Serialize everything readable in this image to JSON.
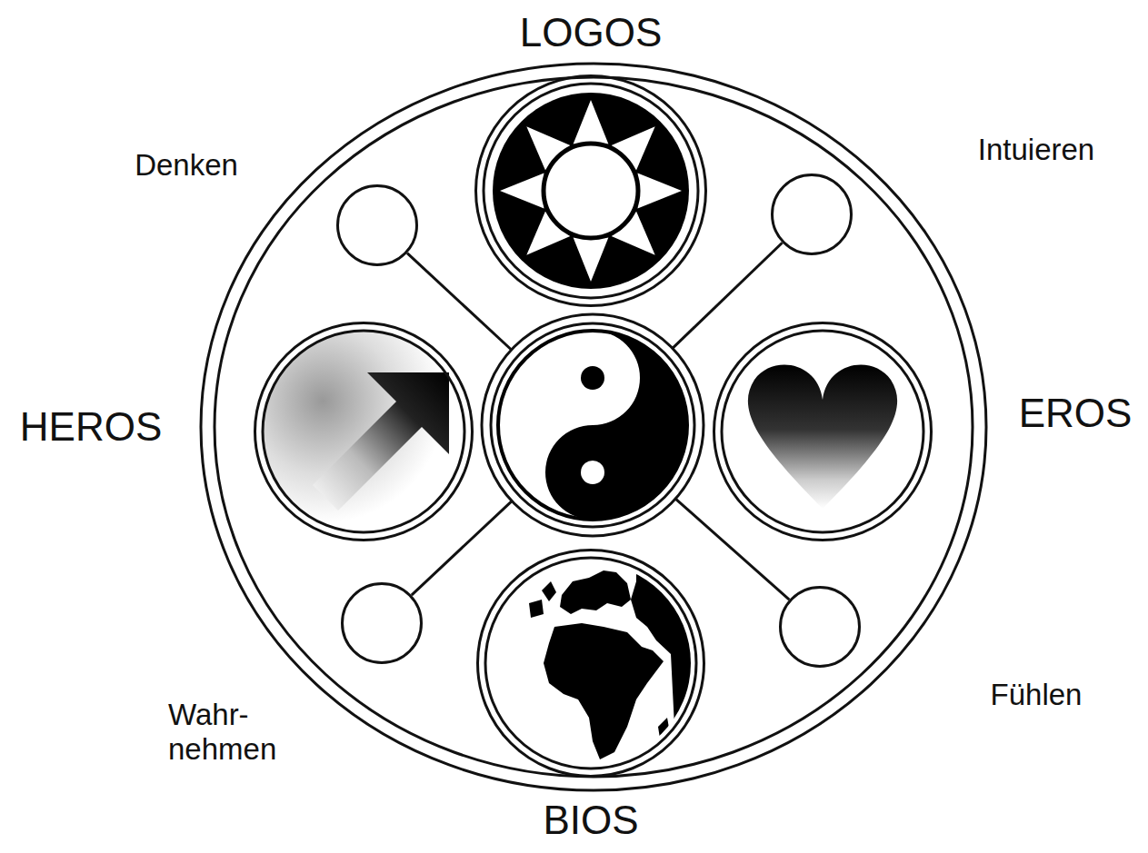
{
  "diagram": {
    "nodes": [
      {
        "text": [
          "LOGOS"
        ]
      },
      {
        "text": [
          "Denken"
        ]
      },
      {
        "text": [
          "Intuieren"
        ]
      },
      {
        "text": [
          "HEROS"
        ]
      },
      {
        "text": [
          "EROS"
        ]
      },
      {
        "text": [
          "Wahr- nehmen"
        ]
      },
      {
        "text": [
          "Fühlen"
        ]
      },
      {
        "text": [
          "BIOS"
        ]
      }
    ],
    "edges": [
      {
        "from": 1,
        "to": 0,
        "arrow": "none"
      },
      {
        "from": 0,
        "to": 2,
        "arrow": "none"
      },
      {
        "from": 2,
        "to": 4,
        "arrow": "none"
      },
      {
        "from": 4,
        "to": 6,
        "arrow": "none"
      },
      {
        "from": 6,
        "to": 7,
        "arrow": "none"
      },
      {
        "from": 7,
        "to": 5,
        "arrow": "none"
      },
      {
        "from": 5,
        "to": 3,
        "arrow": "none"
      },
      {
        "from": 3,
        "to": 1,
        "arrow": "none"
      }
    ]
  }
}
